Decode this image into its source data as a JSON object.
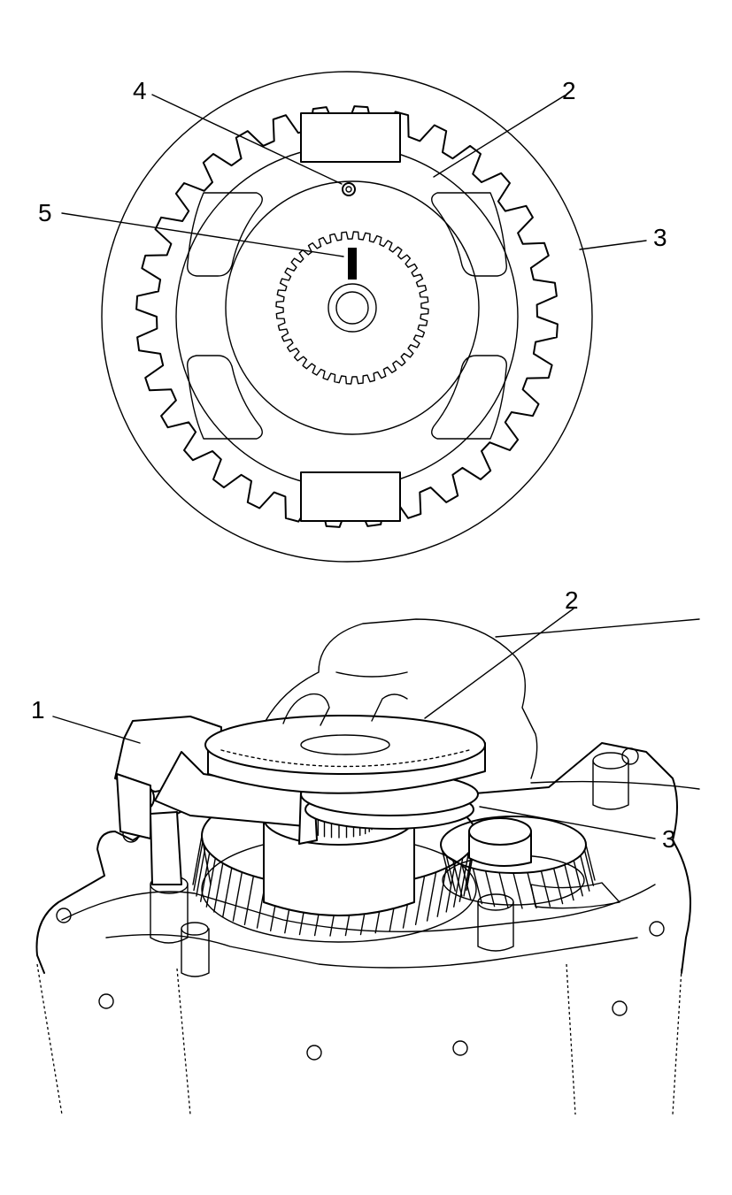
{
  "figure": {
    "top_view_callouts": {
      "c4": "4",
      "c2": "2",
      "c5": "5",
      "c3": "3"
    },
    "assembly_view_callouts": {
      "c1": "1",
      "c2": "2",
      "c3": "3"
    }
  }
}
